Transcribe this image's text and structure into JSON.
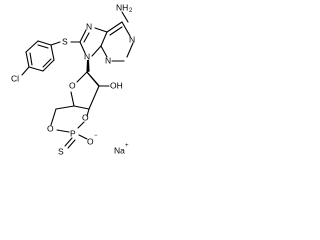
{
  "molecule": {
    "labels": {
      "nh2": "NH",
      "nh2_sub": "2",
      "n1": "N",
      "n3": "N",
      "n7": "N",
      "n9": "N",
      "s_thio": "S",
      "cl": "Cl",
      "o_ring": "O",
      "oh": "OH",
      "o_5": "O",
      "o_3": "O",
      "p": "P",
      "s_p": "S",
      "o_minus": "O",
      "minus": "−"
    },
    "counterion": {
      "symbol": "Na",
      "charge": "+"
    }
  }
}
